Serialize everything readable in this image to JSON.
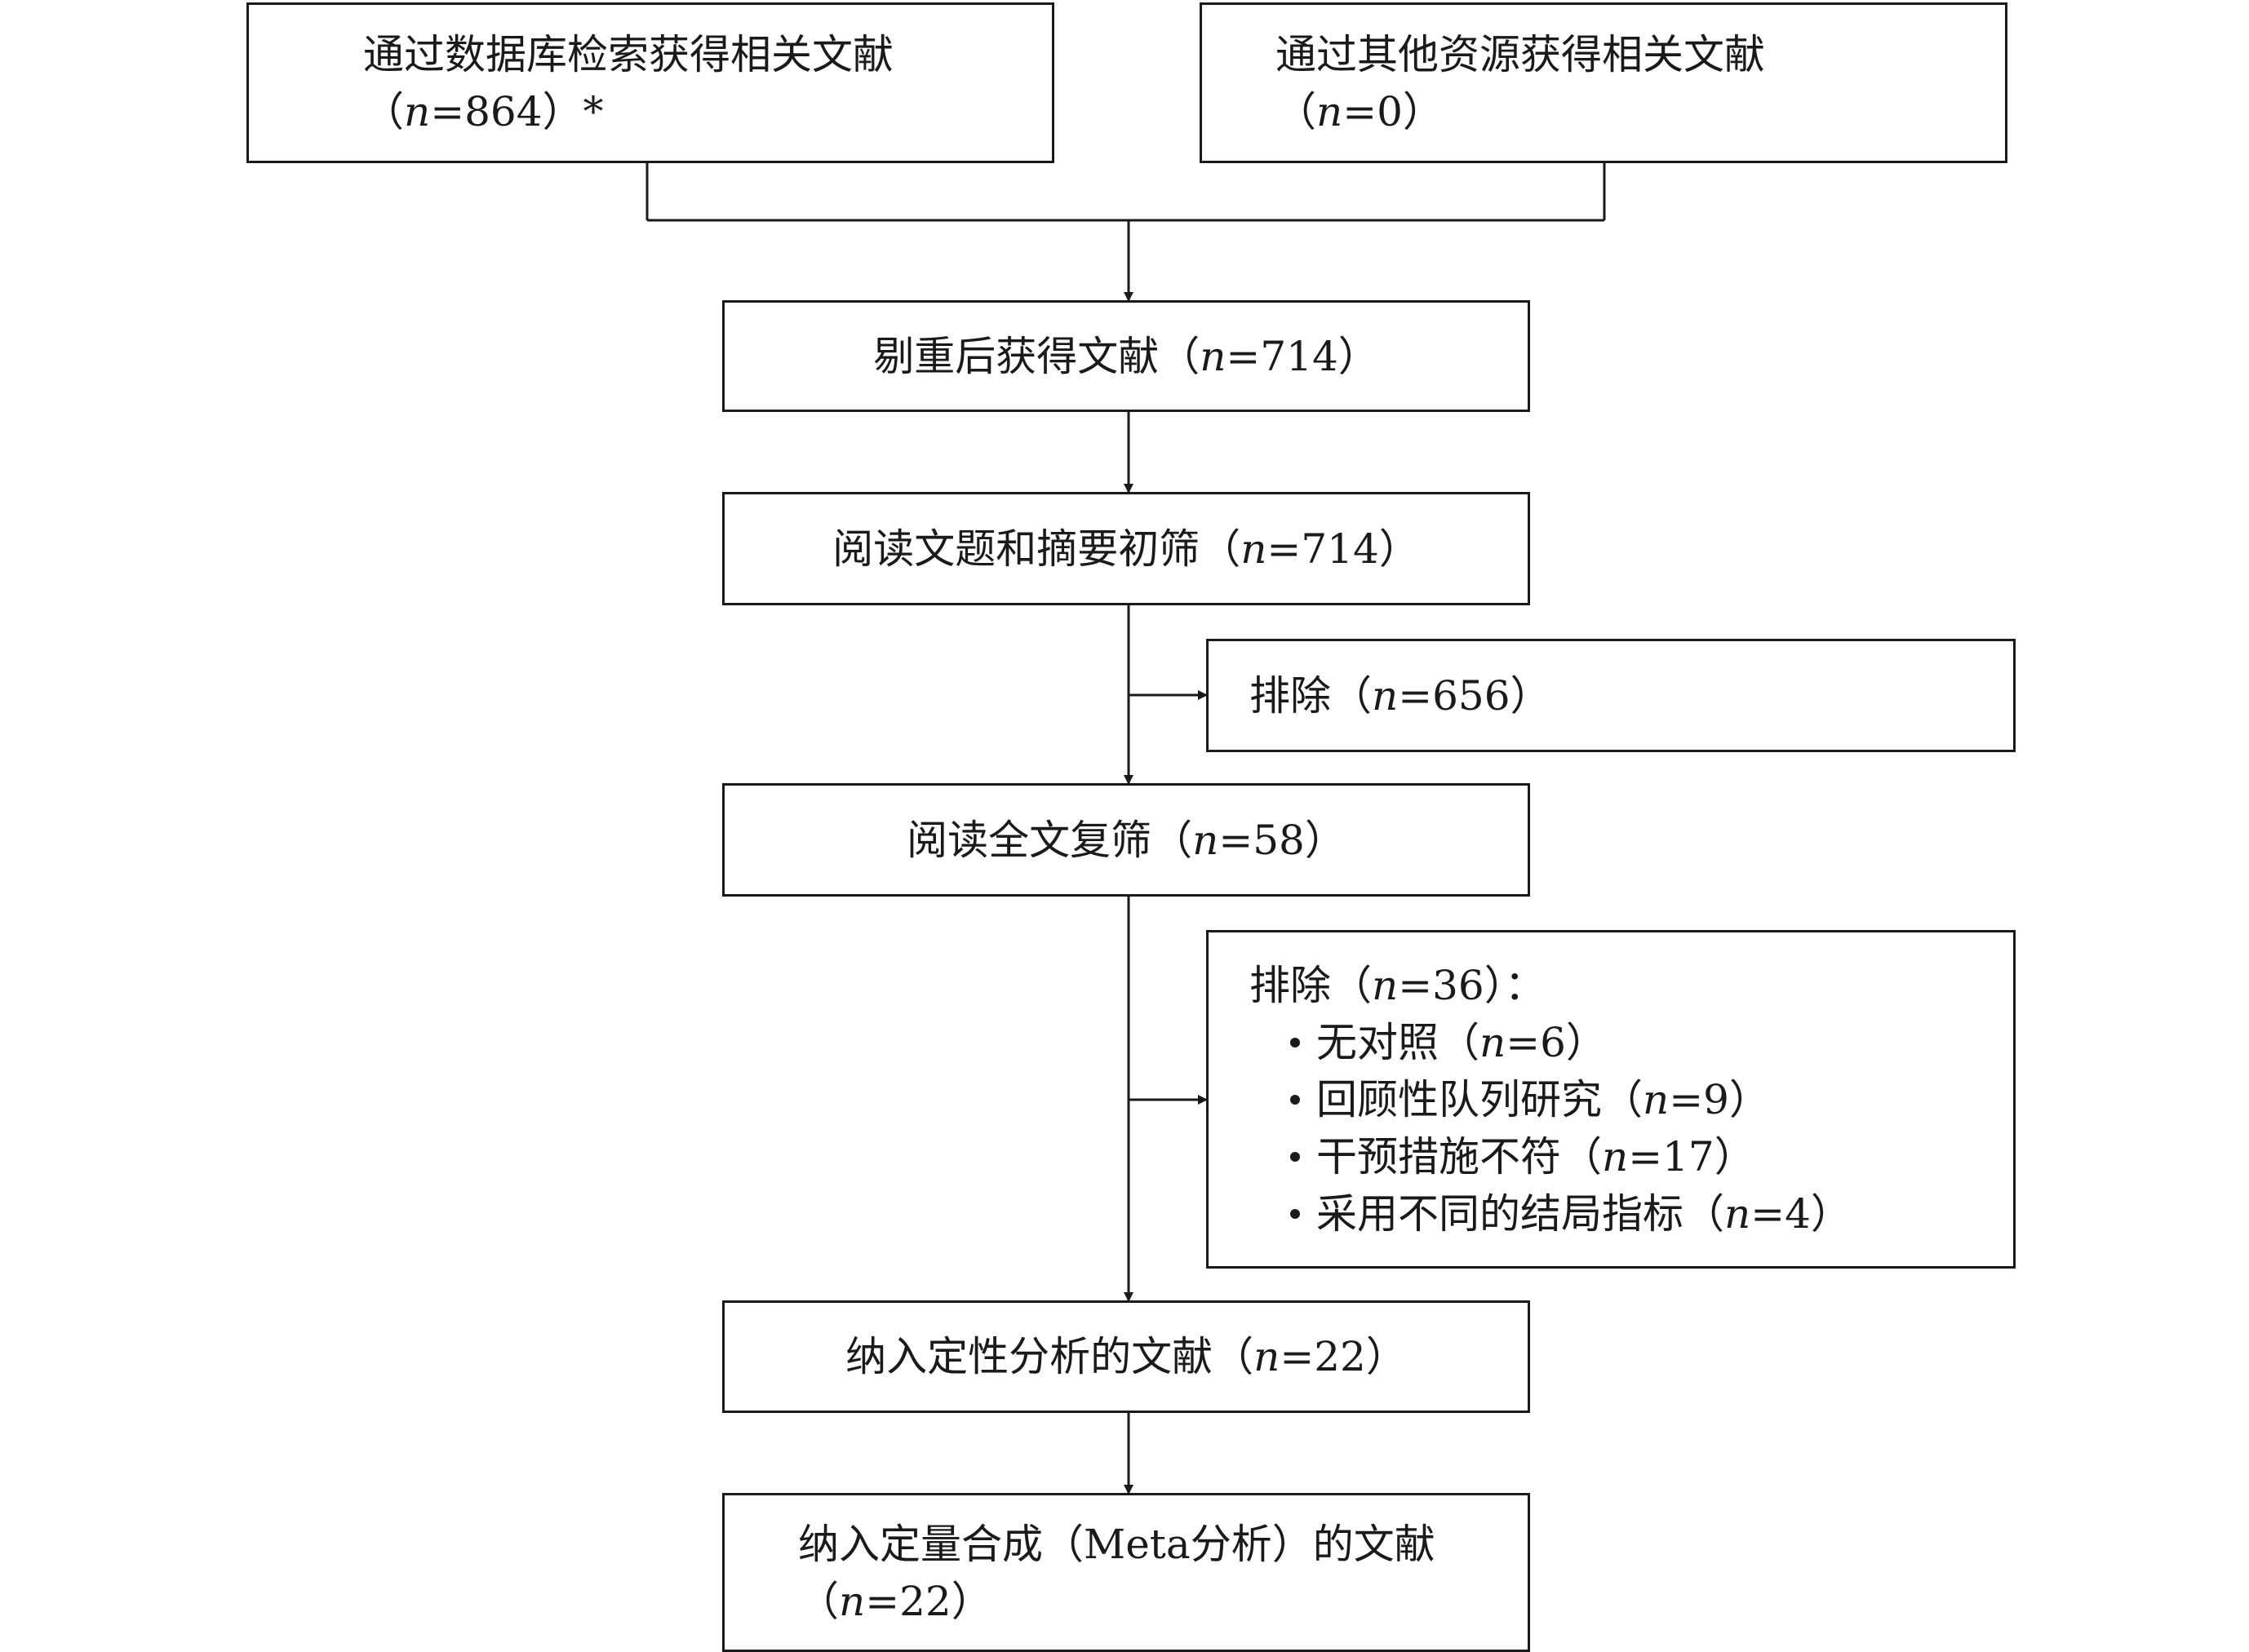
{
  "boxes": {
    "database": {
      "line1": "通过数据库检索获得相关文献",
      "line2": "（n=864）*"
    },
    "other_sources": {
      "line1": "通过其他资源获得相关文献",
      "line2": "（n=0）"
    },
    "dedup": {
      "text": "剔重后获得文献（n=714）"
    },
    "title_abstract": {
      "text": "阅读文题和摘要初筛（n=714）"
    },
    "exclude1": {
      "text": "排除（n=656）"
    },
    "fulltext": {
      "text": "阅读全文复筛（n=58）"
    },
    "exclude2": {
      "title": "排除（n=36）：",
      "items": [
        "无对照（n=6）",
        "回顾性队列研究（n=9）",
        "干预措施不符（n=17）",
        "采用不同的结局指标（n=4）"
      ]
    },
    "qualitative": {
      "text": "纳入定性分析的文献（n=22）"
    },
    "quantitative": {
      "line1": "纳入定量合成（Meta分析）的文献",
      "line2": "（n=22）"
    }
  }
}
